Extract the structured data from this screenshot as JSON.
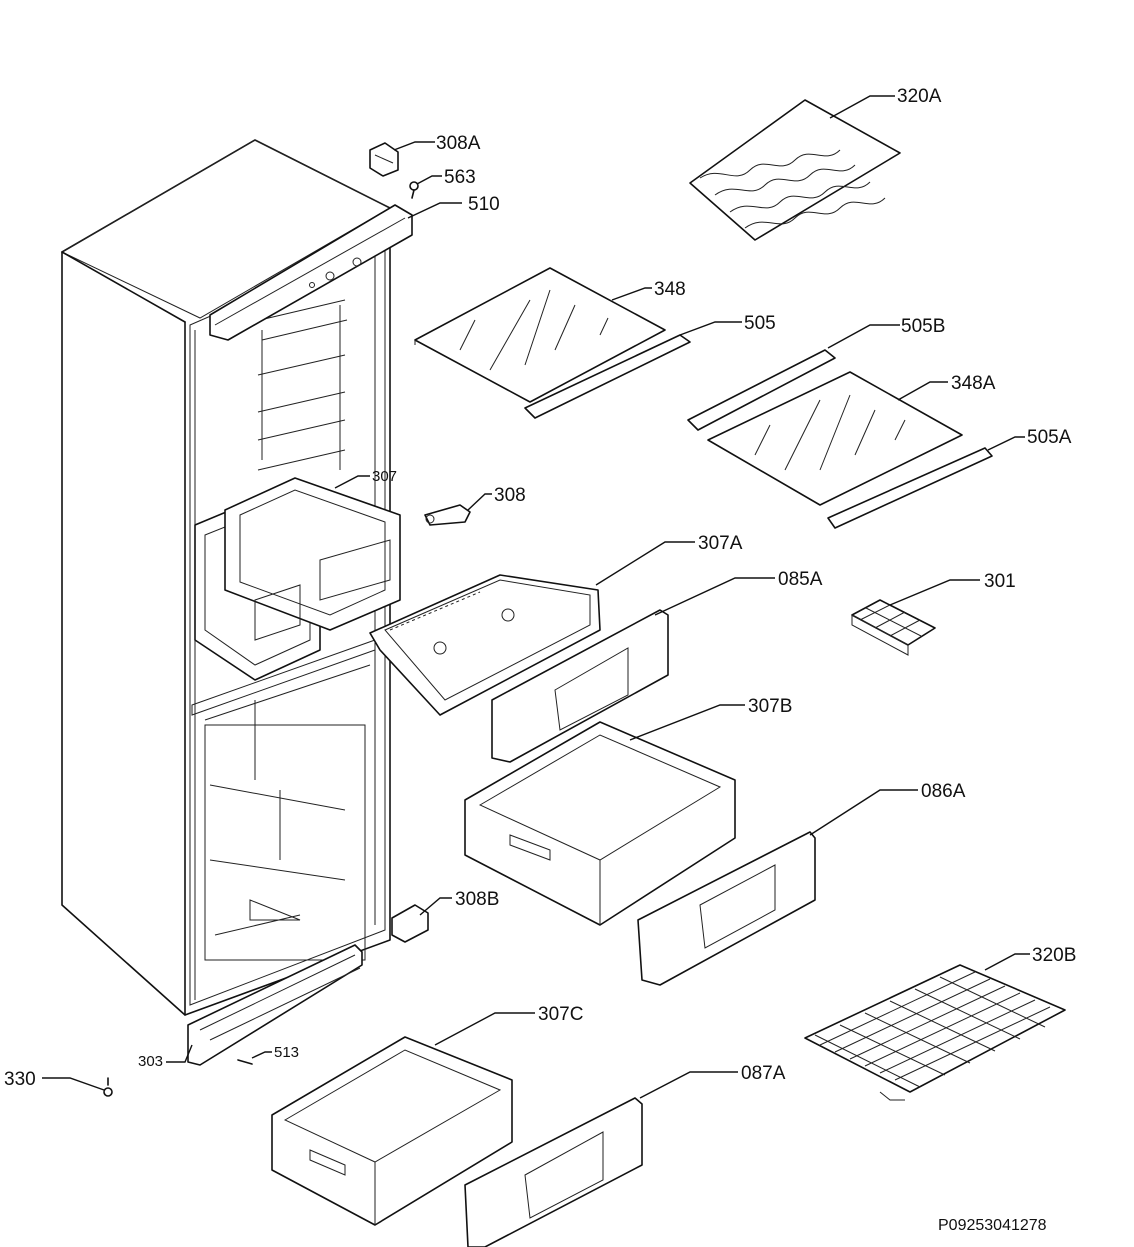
{
  "diagram": {
    "labels": {
      "l320A": "320A",
      "l308A": "308A",
      "l563": "563",
      "l510": "510",
      "l348": "348",
      "l505": "505",
      "l505B": "505B",
      "l348A": "348A",
      "l505A": "505A",
      "l307": "307",
      "l308": "308",
      "l307A": "307A",
      "l085A": "085A",
      "l301": "301",
      "l307B": "307B",
      "l086A": "086A",
      "l308B": "308B",
      "l320B": "320B",
      "l307C": "307C",
      "l087A": "087A",
      "l303": "303",
      "l513": "513",
      "l330": "330"
    },
    "document_code": "P09253041278"
  }
}
